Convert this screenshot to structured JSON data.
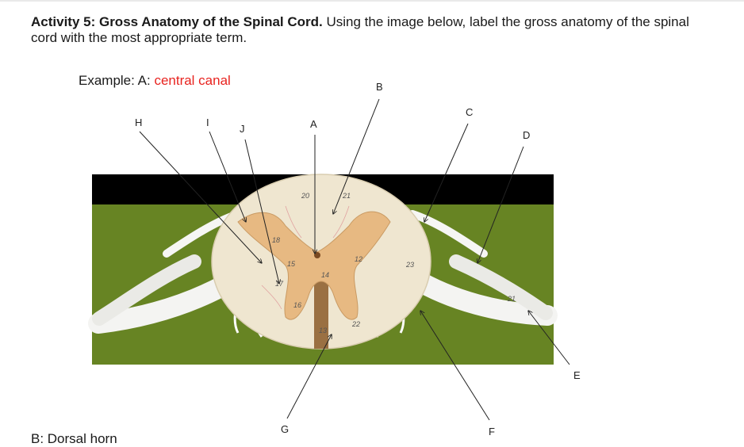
{
  "page": {
    "heading_bold": "Activity 5: Gross Anatomy of the Spinal Cord.",
    "heading_text": " Using the image below, label the gross anatomy of the spinal cord with the most appropriate term.",
    "example_prefix": "Example: A: ",
    "example_answer": "central canal",
    "footer_text": "B: Dorsal horn"
  },
  "colors": {
    "answer": "#e8231f",
    "background_board": "#6f8b2a",
    "band": "#000000"
  },
  "figure": {
    "labels": [
      "A",
      "B",
      "C",
      "D",
      "E",
      "F",
      "G",
      "H",
      "I",
      "J"
    ],
    "model_numbers": [
      "20",
      "21",
      "18",
      "14",
      "15",
      "12",
      "23",
      "17",
      "16",
      "13",
      "22",
      "21"
    ]
  }
}
